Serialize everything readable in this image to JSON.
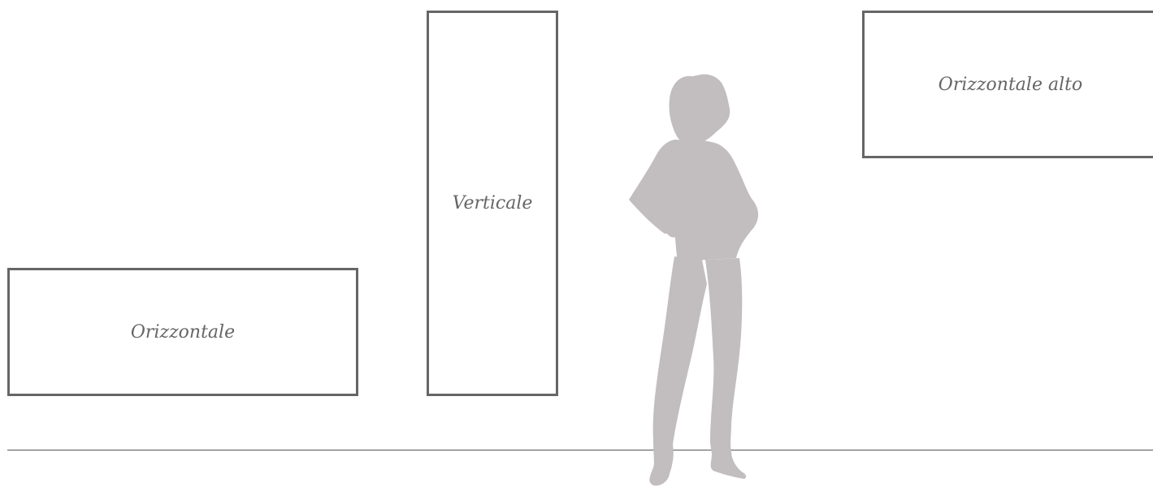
{
  "panels": {
    "horizontal": {
      "label": "Orizzontale"
    },
    "vertical": {
      "label": "Verticale"
    },
    "horizontal_high": {
      "label": "Orizzontale alto"
    }
  },
  "figure": {
    "icon": "person-silhouette-icon",
    "color": "#c2bebf"
  },
  "colors": {
    "frame": "#666666",
    "floor": "#555555",
    "label": "#666666"
  }
}
